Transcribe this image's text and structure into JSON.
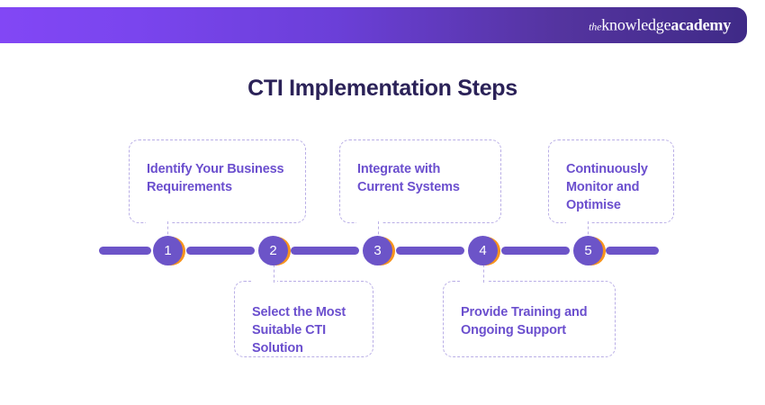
{
  "header": {
    "logo_the": "the",
    "logo_knowledge": "knowledge",
    "logo_academy": "academy",
    "gradient_from": "#8247f5",
    "gradient_to": "#3f2a87"
  },
  "title": "CTI Implementation Steps",
  "colors": {
    "title_text": "#2b2258",
    "step_text": "#6b4fce",
    "node_fill": "#6c54c8",
    "node_ring": "#f7941e",
    "rail": "#6c54c8",
    "dashed_border": "#b9aee6",
    "background": "#ffffff"
  },
  "timeline": {
    "steps": [
      {
        "number": "1",
        "label": "Identify Your Business\nRequirements",
        "position": "above"
      },
      {
        "number": "2",
        "label": "Select the Most\nSuitable CTI\nSolution",
        "position": "below"
      },
      {
        "number": "3",
        "label": "Integrate with\nCurrent Systems",
        "position": "above"
      },
      {
        "number": "4",
        "label": "Provide Training and\nOngoing Support",
        "position": "below"
      },
      {
        "number": "5",
        "label": "Continuously\nMonitor and\nOptimise",
        "position": "above"
      }
    ]
  }
}
